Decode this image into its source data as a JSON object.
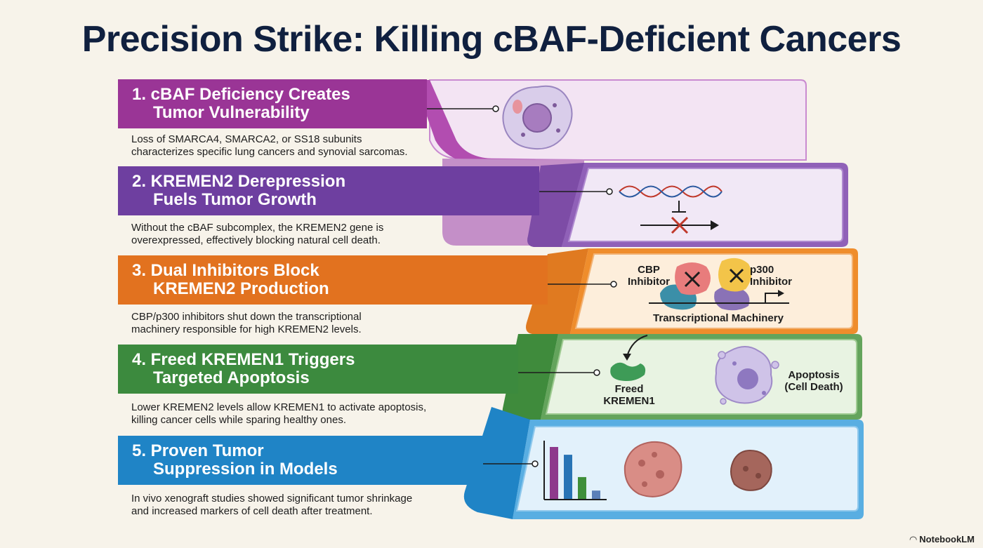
{
  "title": "Precision Strike: Killing cBAF-Deficient Cancers",
  "steps": [
    {
      "heading_line1": "1. cBAF Deficiency Creates",
      "heading_line2": "Tumor Vulnerability",
      "desc_line1": "Loss of SMARCA4, SMARCA2, or SS18 subunits",
      "desc_line2": "characterizes specific lung cancers and synovial sarcomas.",
      "color": "#9a3596",
      "icon": "cancer-cell-icon"
    },
    {
      "heading_line1": "2. KREMEN2 Derepression",
      "heading_line2": "Fuels Tumor Growth",
      "desc_line1": "Without the cBAF subcomplex, the KREMEN2 gene is",
      "desc_line2": "overexpressed, effectively blocking natural cell death.",
      "color": "#6e3fa0",
      "icon": "dna-icon"
    },
    {
      "heading_line1": "3. Dual Inhibitors Block",
      "heading_line2": "KREMEN2 Production",
      "desc_line1": "CBP/p300 inhibitors shut down the transcriptional",
      "desc_line2": "machinery responsible for high KREMEN2 levels.",
      "color": "#e2721f",
      "icon": "inhibitor-icon",
      "labels": {
        "cbp": "CBP\nInhibitor",
        "p300": "p300\nInhibitor",
        "machinery": "Transcriptional Machinery"
      }
    },
    {
      "heading_line1": "4. Freed KREMEN1 Triggers",
      "heading_line2": "Targeted Apoptosis",
      "desc_line1": "Lower KREMEN2 levels allow KREMEN1 to activate apoptosis,",
      "desc_line2": "killing cancer cells while sparing healthy ones.",
      "color": "#3c8a3e",
      "icon": "apoptosis-icon",
      "labels": {
        "freed": "Freed\nKREMEN1",
        "apoptosis": "Apoptosis\n(Cell Death)"
      }
    },
    {
      "heading_line1": "5. Proven Tumor",
      "heading_line2": "Suppression in Models",
      "desc_line1": "In vivo xenograft studies showed significant tumor shrinkage",
      "desc_line2": "and increased markers of cell death after treatment.",
      "color": "#1f84c6",
      "icon": "bar-chart-icon"
    }
  ],
  "mini_chart": {
    "values": [
      1.0,
      0.85,
      0.42,
      0.16
    ],
    "colors": [
      "#8e3a8c",
      "#2874b5",
      "#3f8f3a",
      "#5a7fb8"
    ]
  },
  "footer": "NotebookLM"
}
